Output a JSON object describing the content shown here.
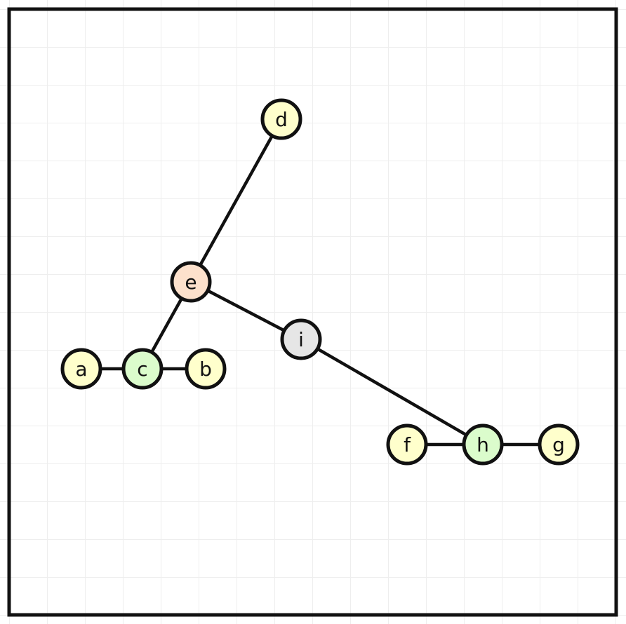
{
  "diagram": {
    "nodes": [
      {
        "id": "a",
        "label": "a",
        "fill": "#ffffcc"
      },
      {
        "id": "b",
        "label": "b",
        "fill": "#ffffcc"
      },
      {
        "id": "c",
        "label": "c",
        "fill": "#dbfccc"
      },
      {
        "id": "d",
        "label": "d",
        "fill": "#ffffcc"
      },
      {
        "id": "e",
        "label": "e",
        "fill": "#fde1cc"
      },
      {
        "id": "f",
        "label": "f",
        "fill": "#ffffcc"
      },
      {
        "id": "g",
        "label": "g",
        "fill": "#ffffcc"
      },
      {
        "id": "h",
        "label": "h",
        "fill": "#dbfccc"
      },
      {
        "id": "i",
        "label": "i",
        "fill": "#e6e6e6"
      }
    ],
    "edges": [
      {
        "from": "a",
        "to": "c"
      },
      {
        "from": "c",
        "to": "b"
      },
      {
        "from": "c",
        "to": "e"
      },
      {
        "from": "e",
        "to": "d"
      },
      {
        "from": "e",
        "to": "i"
      },
      {
        "from": "i",
        "to": "h"
      },
      {
        "from": "f",
        "to": "h"
      },
      {
        "from": "h",
        "to": "g"
      }
    ],
    "colors": {
      "stroke": "#111111",
      "frame": "#111111"
    }
  }
}
